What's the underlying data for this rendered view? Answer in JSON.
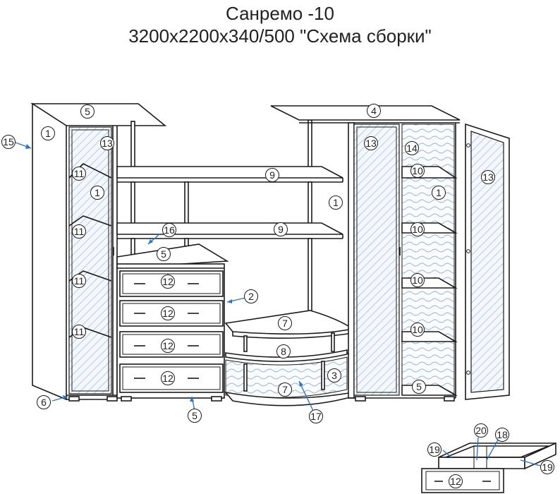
{
  "header": {
    "title": "Санремо -10",
    "subtitle": "3200x2200x340/500 \"Схема сборки\""
  },
  "colors": {
    "line": "#1a1a1a",
    "pointer": "#2f74c0",
    "glass_hatch": "#9ab8d6",
    "background": "#ffffff"
  },
  "callouts": [
    {
      "id": "c-1a",
      "label": "1"
    },
    {
      "id": "c-5a",
      "label": "5"
    },
    {
      "id": "c-13a",
      "label": "13"
    },
    {
      "id": "c-15",
      "label": "15"
    },
    {
      "id": "c-11a",
      "label": "11"
    },
    {
      "id": "c-1b",
      "label": "1"
    },
    {
      "id": "c-11b",
      "label": "11"
    },
    {
      "id": "c-11c",
      "label": "11"
    },
    {
      "id": "c-11d",
      "label": "11"
    },
    {
      "id": "c-6",
      "label": "6"
    },
    {
      "id": "c-9a",
      "label": "9"
    },
    {
      "id": "c-9b",
      "label": "9"
    },
    {
      "id": "c-16",
      "label": "16"
    },
    {
      "id": "c-5b",
      "label": "5"
    },
    {
      "id": "c-12a",
      "label": "12"
    },
    {
      "id": "c-12b",
      "label": "12"
    },
    {
      "id": "c-12c",
      "label": "12"
    },
    {
      "id": "c-12d",
      "label": "12"
    },
    {
      "id": "c-2",
      "label": "2"
    },
    {
      "id": "c-5c",
      "label": "5"
    },
    {
      "id": "c-1c",
      "label": "1"
    },
    {
      "id": "c-7a",
      "label": "7"
    },
    {
      "id": "c-8",
      "label": "8"
    },
    {
      "id": "c-3",
      "label": "3"
    },
    {
      "id": "c-7b",
      "label": "7"
    },
    {
      "id": "c-17",
      "label": "17"
    },
    {
      "id": "c-4",
      "label": "4"
    },
    {
      "id": "c-13b",
      "label": "13"
    },
    {
      "id": "c-14",
      "label": "14"
    },
    {
      "id": "c-10a",
      "label": "10"
    },
    {
      "id": "c-1d",
      "label": "1"
    },
    {
      "id": "c-10b",
      "label": "10"
    },
    {
      "id": "c-10c",
      "label": "10"
    },
    {
      "id": "c-10d",
      "label": "10"
    },
    {
      "id": "c-5d",
      "label": "5"
    },
    {
      "id": "c-13c",
      "label": "13"
    },
    {
      "id": "c-19a",
      "label": "19"
    },
    {
      "id": "c-20",
      "label": "20"
    },
    {
      "id": "c-18",
      "label": "18"
    },
    {
      "id": "c-19b",
      "label": "19"
    },
    {
      "id": "c-12e",
      "label": "12"
    }
  ]
}
